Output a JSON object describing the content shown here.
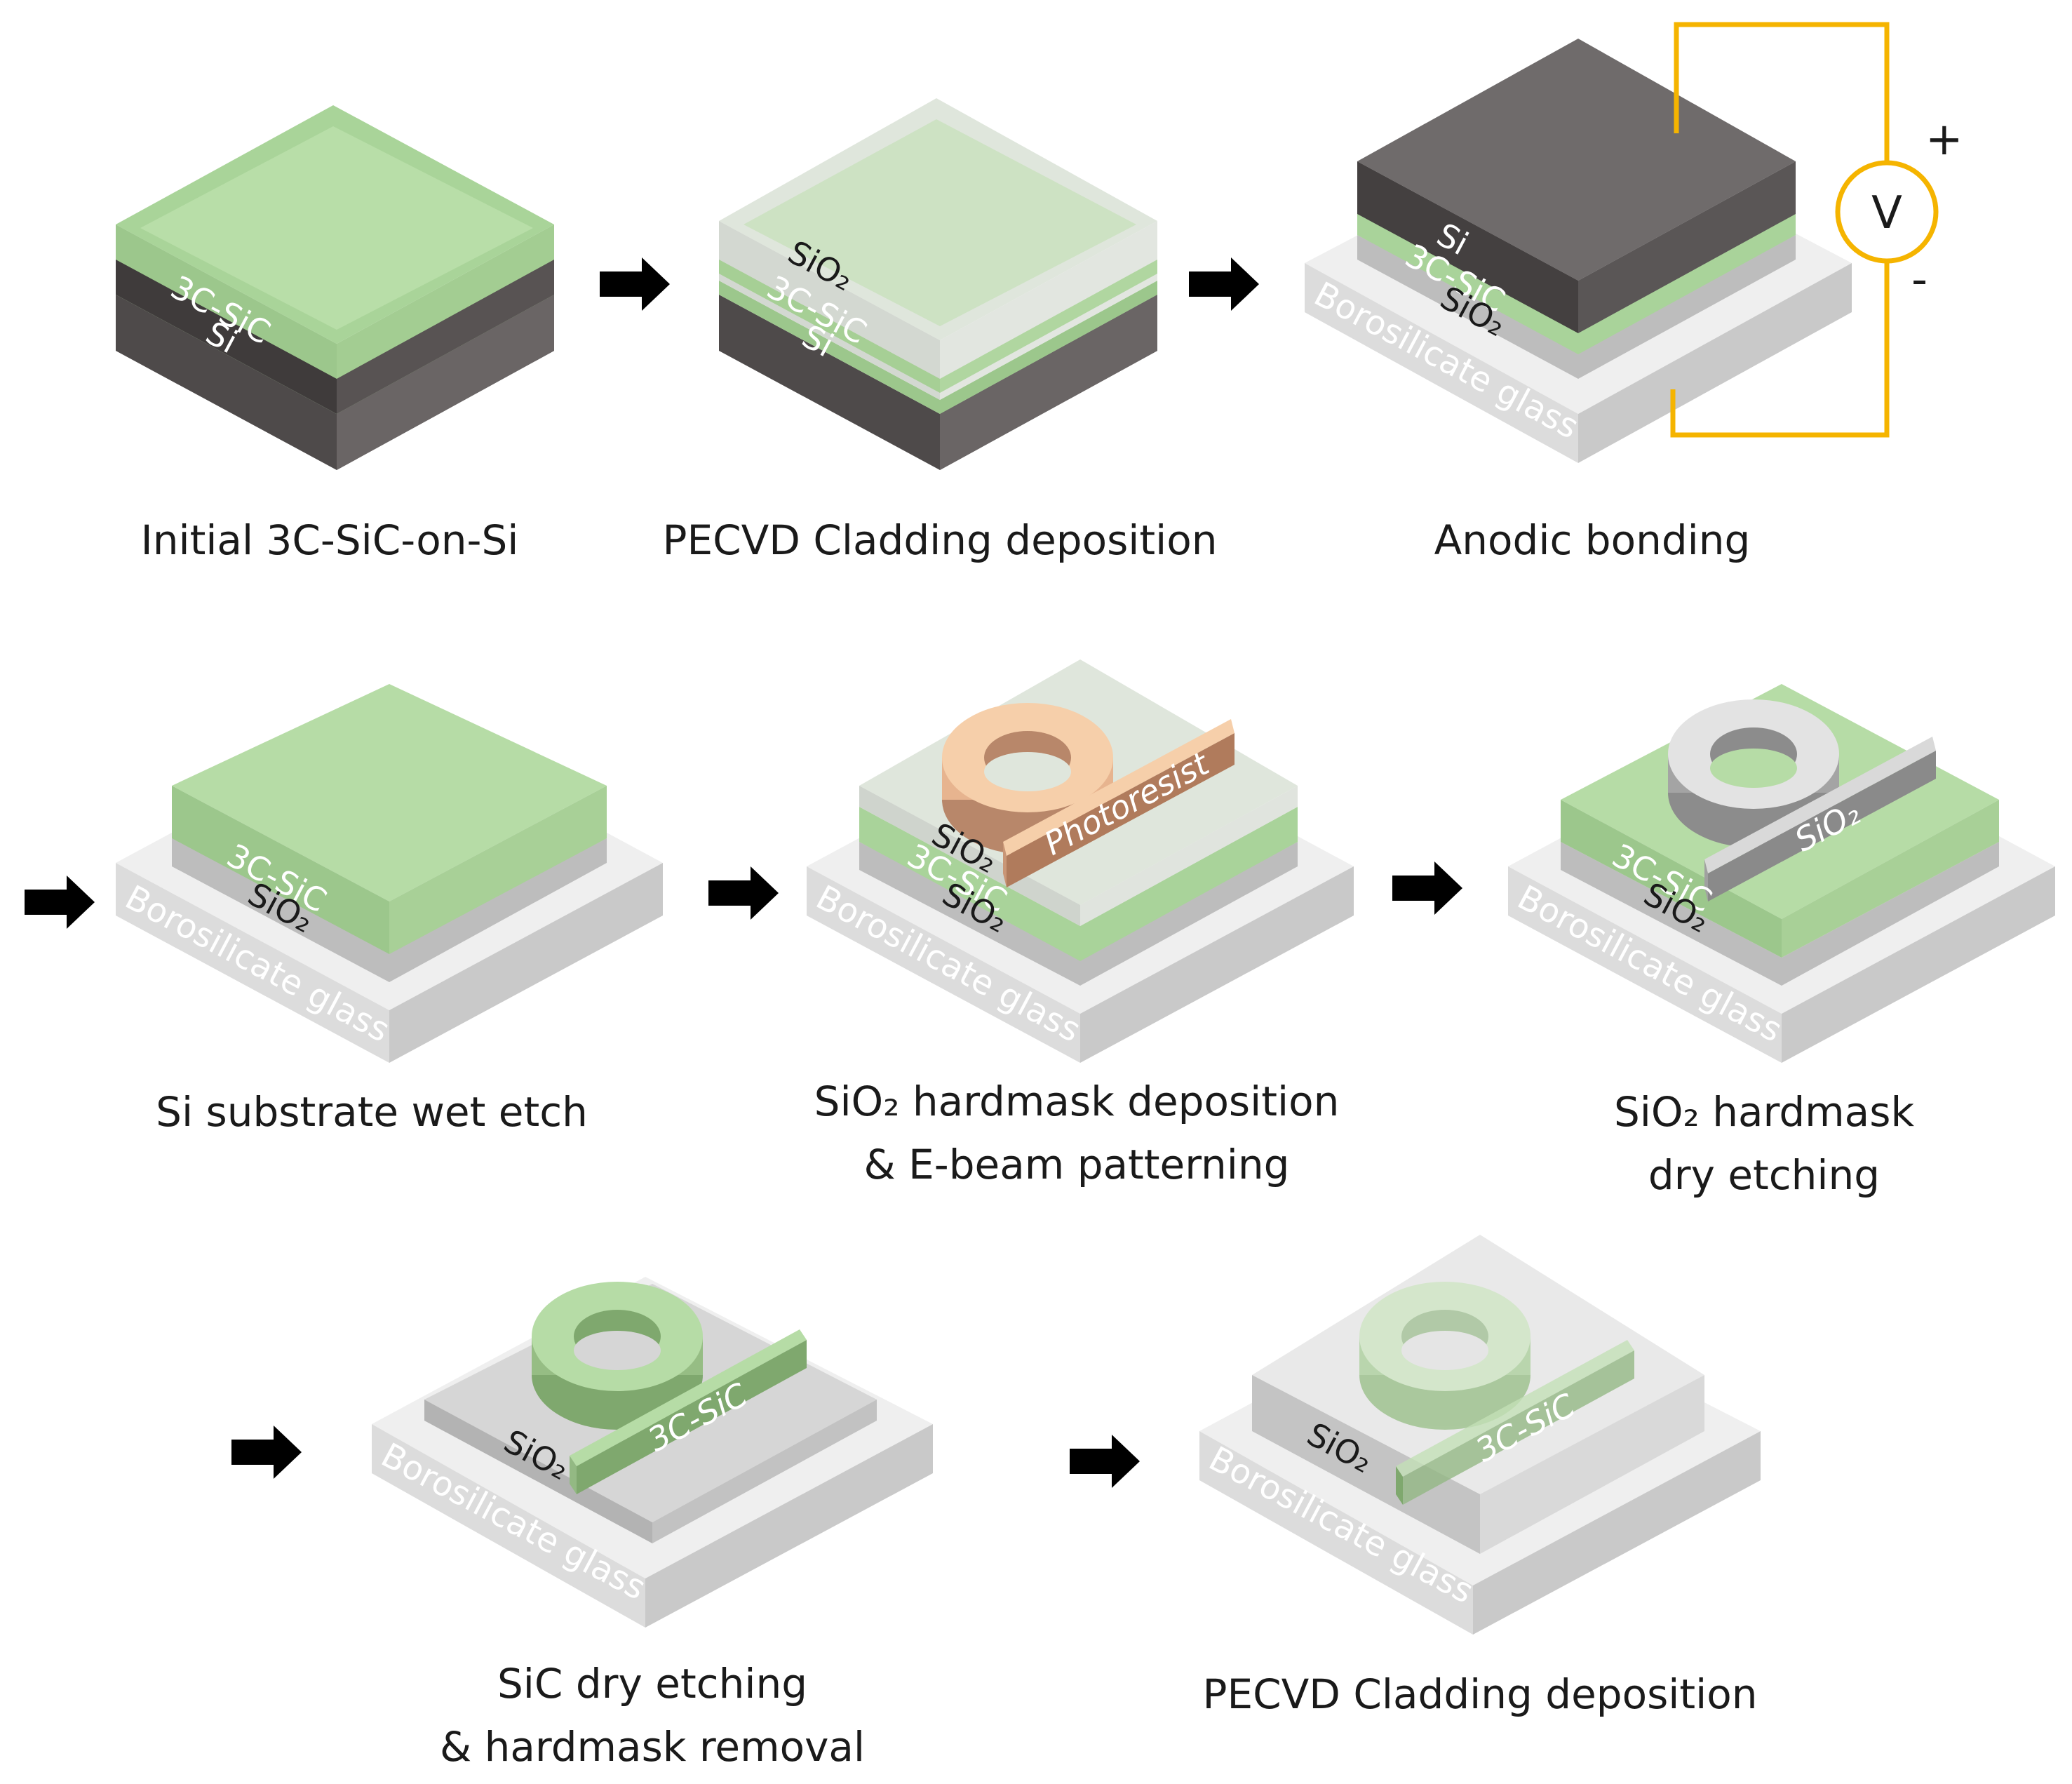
{
  "steps": [
    {
      "caption": [
        "Initial 3C-SiC-on-Si"
      ]
    },
    {
      "caption": [
        "PECVD Cladding deposition"
      ]
    },
    {
      "caption": [
        "Anodic bonding"
      ]
    },
    {
      "caption": [
        "Si substrate wet etch"
      ]
    },
    {
      "caption": [
        "SiO₂ hardmask deposition",
        "& E-beam patterning"
      ]
    },
    {
      "caption": [
        "SiO₂ hardmask",
        "dry etching"
      ]
    },
    {
      "caption": [
        "SiC dry etching",
        "& hardmask removal"
      ]
    },
    {
      "caption": [
        "PECVD Cladding deposition"
      ]
    }
  ],
  "labels": {
    "sic": "3C-SiC",
    "si": "Si",
    "sio2": "SiO₂",
    "glass": "Borosilicate glass",
    "photoresist": "Photoresist",
    "voltage": "V",
    "plus": "+",
    "minus": "-"
  },
  "colors": {
    "sic": "#b5d9a2",
    "si": "#4a4646",
    "sio2": "#c8c8c8",
    "glass": "#e6e6e6",
    "photoresist": "#f5c9a0",
    "circuit": "#f5b400",
    "arrow": "#000000"
  }
}
